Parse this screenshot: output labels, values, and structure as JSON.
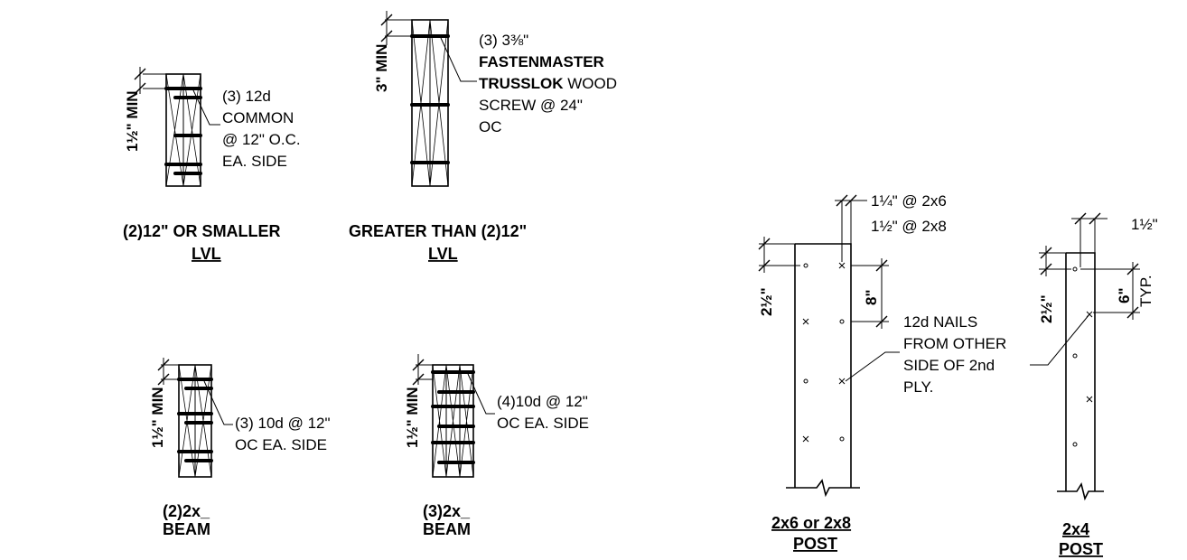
{
  "lvl_small": {
    "dim": "1½\" MIN",
    "note": [
      "(3) 12d",
      "COMMON",
      "@ 12\" O.C.",
      "EA. SIDE"
    ],
    "caption": "(2)12\" OR SMALLER",
    "sub": "LVL"
  },
  "lvl_large": {
    "dim": "3\" MIN",
    "note_1": "(3) 3⅜\"",
    "note_2": "FASTENMASTER",
    "note_3a": "TRUSSLOK",
    "note_3b": " WOOD",
    "note_4": "SCREW @ 24\"",
    "note_5": "OC",
    "caption": "GREATER THAN (2)12\"",
    "sub": "LVL"
  },
  "beam_2x": {
    "dim": "1½\" MIN",
    "note": [
      "(3) 10d @ 12\"",
      "OC EA. SIDE"
    ],
    "caption": "(2)2x_",
    "sub": "BEAM"
  },
  "beam_3x": {
    "dim": "1½\" MIN",
    "note": [
      "(4)10d @ 12\"",
      "OC EA. SIDE"
    ],
    "caption": "(3)2x_",
    "sub": "BEAM"
  },
  "post_2x6": {
    "dim_top_1": "1¼\" @ 2x6",
    "dim_top_2": "1½\" @ 2x8",
    "dim_edge": "2½\"",
    "dim_spacing": "8\"",
    "note": [
      "12d NAILS",
      "FROM OTHER",
      "SIDE OF 2nd",
      "PLY."
    ],
    "caption": "2x6 or 2x8",
    "sub": "POST"
  },
  "post_2x4": {
    "dim_top": "1½\"",
    "dim_edge": "2½\"",
    "dim_spacing": "6\"",
    "dim_typ": "TYP.",
    "caption": "2x4",
    "sub": "POST"
  }
}
